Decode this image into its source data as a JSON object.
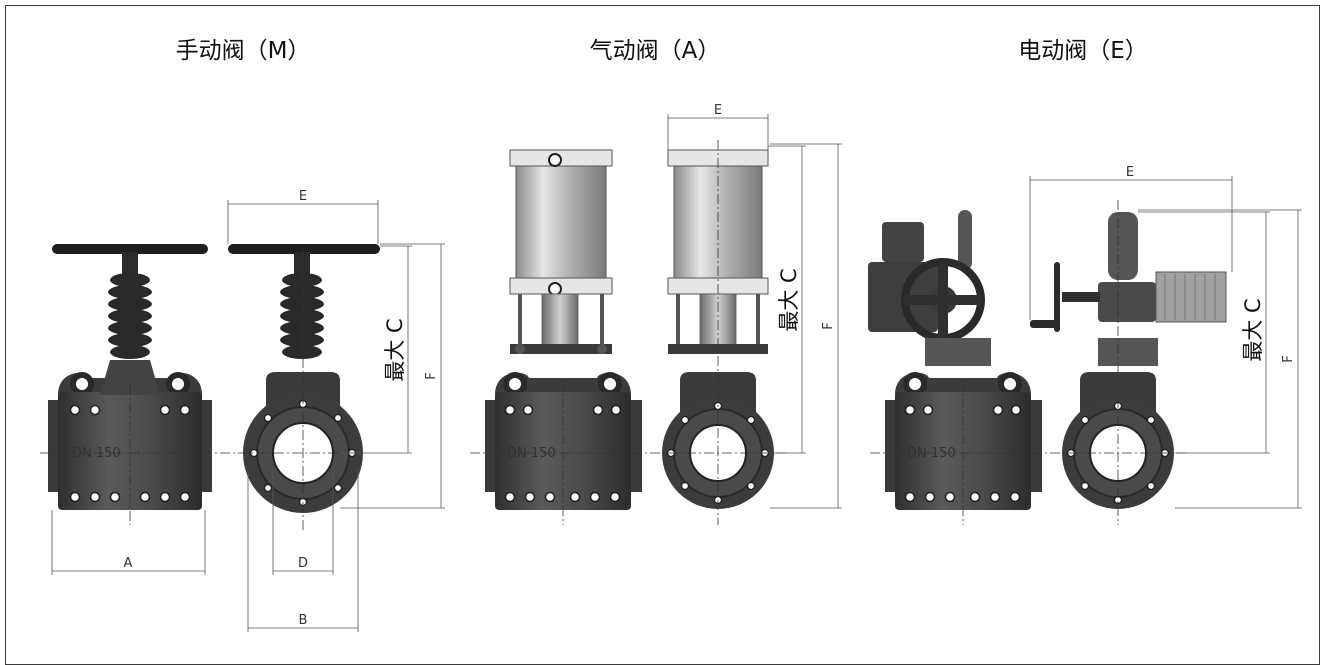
{
  "titles": {
    "manual": "手动阀（M）",
    "pneumatic": "气动阀（A）",
    "electric": "电动阀（E）"
  },
  "dims": {
    "A": "A",
    "B": "B",
    "C": "最大 C",
    "D": "D",
    "E": "E",
    "F": "F"
  },
  "body_label": "DN 150",
  "colors": {
    "body": "#4a4a4a",
    "dark": "#2e2e2e",
    "steel": "#b8b8b8",
    "plate": "#dcdcdc"
  }
}
